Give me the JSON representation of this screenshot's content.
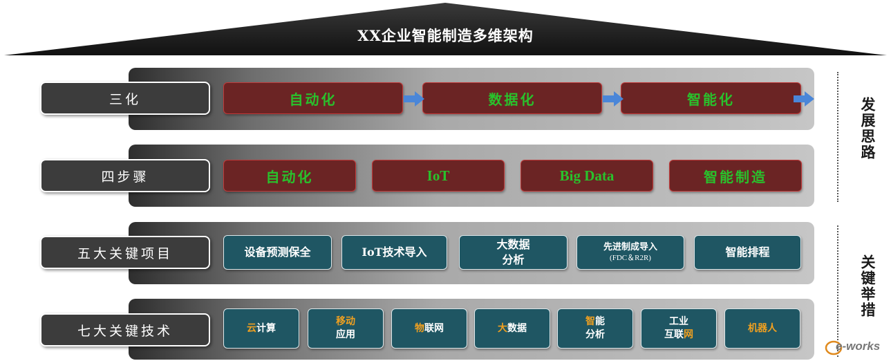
{
  "title": "XX企业智能制造多维架构",
  "rows": {
    "r1": {
      "label": "三化",
      "items": [
        "自动化",
        "数据化",
        "智能化"
      ]
    },
    "r2": {
      "label": "四步骤",
      "items": [
        "自动化",
        "IoT",
        "Big Data",
        "智能制造"
      ]
    },
    "r3": {
      "label": "五大关键项目",
      "items": [
        {
          "line1": "设备预测保全"
        },
        {
          "line1": "IoT技术导入"
        },
        {
          "line1": "大数据",
          "line2": "分析"
        },
        {
          "line1": "先进制成导入",
          "line2": "(FDC＆R2R)"
        },
        {
          "line1": "智能排程"
        }
      ]
    },
    "r4": {
      "label": "七大关键技术",
      "items": [
        {
          "hi": "云",
          "rest": "计算"
        },
        {
          "hi": "移动",
          "line2": "应用"
        },
        {
          "hi": "物",
          "rest": "联网"
        },
        {
          "hi": "大",
          "rest": "数据"
        },
        {
          "hi": "智",
          "rest": "能",
          "line2": "分析"
        },
        {
          "line1": "工业",
          "rest2": "互联",
          "hi2": "网"
        },
        {
          "hi": "机器人"
        }
      ]
    }
  },
  "side": {
    "top": "发展思路",
    "bottom": "关键举措"
  },
  "logo": "e-works",
  "colors": {
    "roof": "#1e1e1e",
    "red_box": "#6b2424",
    "green_text": "#29c22c",
    "teal_box": "#1f5663",
    "arrow": "#4a86d8",
    "orange_text": "#f0a020"
  }
}
